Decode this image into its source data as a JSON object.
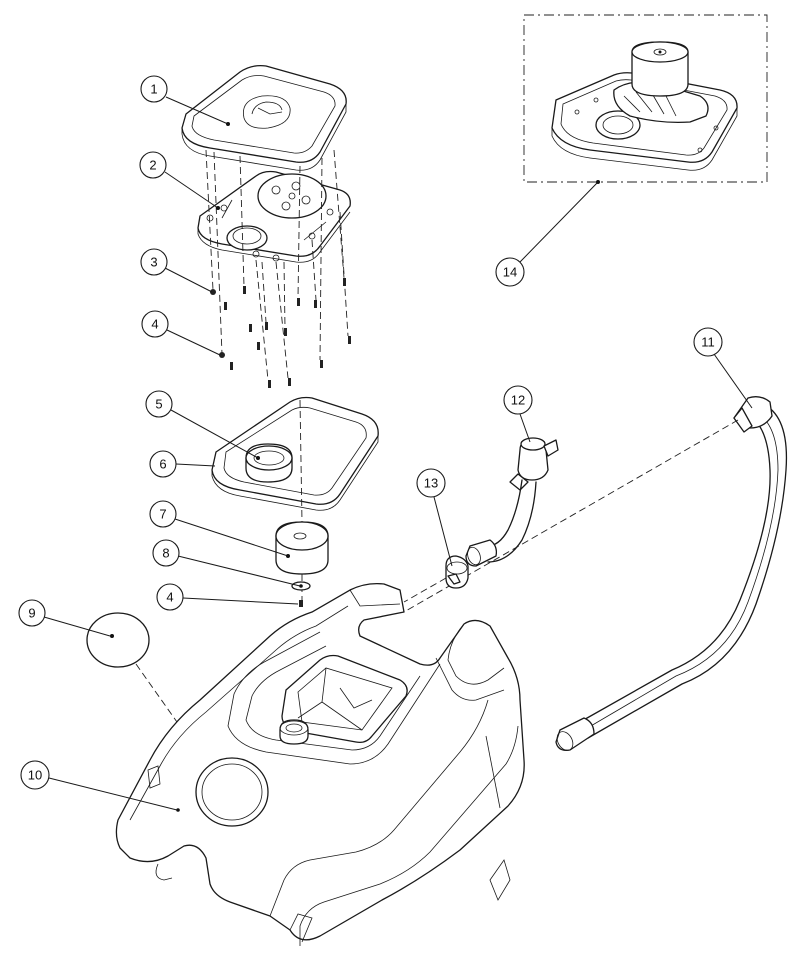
{
  "callouts": {
    "c1": "1",
    "c2": "2",
    "c3": "3",
    "c4a": "4",
    "c5": "5",
    "c6": "6",
    "c7": "7",
    "c8": "8",
    "c4b": "4",
    "c9": "9",
    "c10": "10",
    "c11": "11",
    "c12": "12",
    "c13": "13",
    "c14": "14"
  }
}
